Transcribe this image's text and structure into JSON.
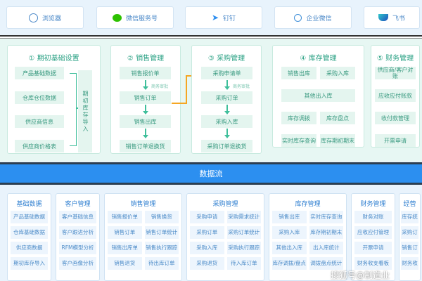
{
  "channels": [
    {
      "label": "浏览器",
      "icon": "compass-icon"
    },
    {
      "label": "微信服务号",
      "icon": "wechat-icon"
    },
    {
      "label": "钉钉",
      "icon": "dingtalk-icon"
    },
    {
      "label": "企业微信",
      "icon": "wecom-icon"
    },
    {
      "label": "飞书",
      "icon": "feishu-icon"
    }
  ],
  "flow": {
    "setup": {
      "title": "① 期初基础设置",
      "items": [
        "产品基础数据",
        "仓库仓位数据",
        "供应商信息",
        "供应商价格表"
      ],
      "import_label": "期初库存导入"
    },
    "sales": {
      "title": "② 销售管理",
      "items": [
        "销售报价单",
        "销售订单",
        "销售出库",
        "销售订单退换货"
      ],
      "note": "商务审批"
    },
    "purchase": {
      "title": "③ 采购管理",
      "items": [
        "采购申请单",
        "采购订单",
        "采购入库",
        "采购订单退换货"
      ],
      "note": "商务审批"
    },
    "inventory": {
      "title": "④ 库存管理",
      "items": [
        "销售出库",
        "采购入库",
        "其他出入库",
        "库存调拨",
        "库存盘点",
        "实时库存查询",
        "库存期初期末"
      ]
    },
    "finance": {
      "title": "⑤ 财务管理",
      "items": [
        "供应商/客户对账",
        "应收应付账款",
        "收付款管理",
        "开票申请"
      ]
    }
  },
  "data_flow_label": "数据流",
  "modules": [
    {
      "title": "基础数据",
      "items": [
        "产品基础数据",
        "仓库基础数据",
        "供应商数据",
        "期初库存导入"
      ]
    },
    {
      "title": "客户管理",
      "items": [
        "客户基础信息",
        "客户跟进分析",
        "RFM模型分析",
        "客户画像分析"
      ]
    },
    {
      "title": "销售管理",
      "items": [
        "销售报价单",
        "销售换货",
        "销售订单",
        "销售订单统计",
        "销售出库单",
        "销售执行跟踪",
        "销售退货",
        "待出库订单"
      ]
    },
    {
      "title": "采购管理",
      "items": [
        "采购申请",
        "采购需求统计",
        "采购订单",
        "采购订单统计",
        "采购入库",
        "采购执行跟踪",
        "采购退货",
        "待入库订单"
      ]
    },
    {
      "title": "库存管理",
      "items": [
        "销售出库",
        "实时库存查询",
        "采购入库",
        "库存期初期末",
        "其他出入库",
        "出入库统计",
        "库存调拨/盘点",
        "调拨盘点统计"
      ]
    },
    {
      "title": "财务管理",
      "items": [
        "财务对账",
        "应收应付管理",
        "开票申请",
        "财务收支看板"
      ]
    },
    {
      "title": "经营",
      "items": [
        "库存统",
        "采购订",
        "销售订",
        "财务收"
      ]
    }
  ],
  "watermark": "搜狐号@制造业",
  "colors": {
    "green": "#2aa184",
    "blue": "#2c8ff0",
    "orange": "#f5a623"
  }
}
